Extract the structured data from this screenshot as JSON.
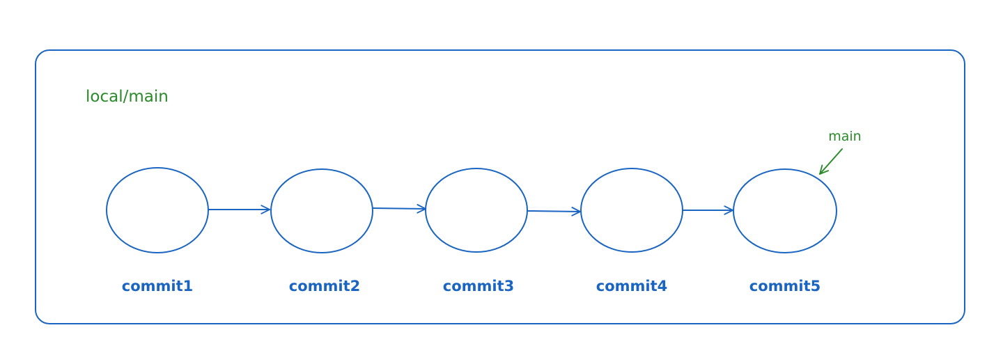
{
  "container": {
    "label": "local/main"
  },
  "commits": [
    {
      "label": "commit1"
    },
    {
      "label": "commit2"
    },
    {
      "label": "commit3"
    },
    {
      "label": "commit4"
    },
    {
      "label": "commit5"
    }
  ],
  "branch_pointer": {
    "label": "main",
    "target_commit": "commit5"
  },
  "colors": {
    "primary": "#1a64c2",
    "branch": "#2a8a2a",
    "background": "#ffffff"
  }
}
